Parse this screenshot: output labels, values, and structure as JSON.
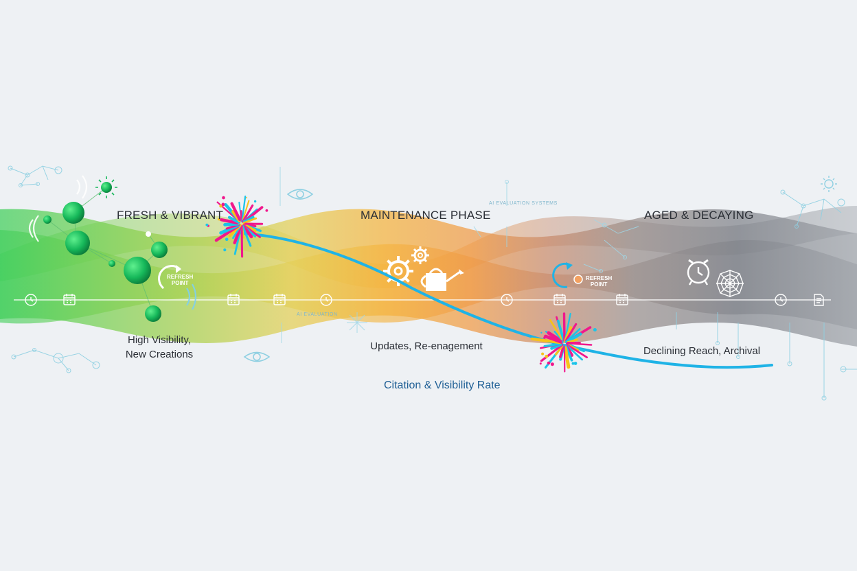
{
  "phases": [
    {
      "title": "FRESH & VIBRANT",
      "description_lines": [
        "High Visibility,",
        "New Creations"
      ],
      "color": "#3fc94f"
    },
    {
      "title": "MAINTENANCE PHASE",
      "description_lines": [
        "Updates, Re-enagement"
      ],
      "color": "#f2a93a"
    },
    {
      "title": "AGED & DECAYING",
      "description_lines": [
        "Declining Reach, Archival"
      ],
      "color": "#7d8087"
    }
  ],
  "refresh_points": [
    {
      "lines": [
        "REFRESH",
        "POINT"
      ]
    },
    {
      "lines": [
        "REFRESH",
        "POINT"
      ]
    }
  ],
  "curve_label": "Citation & Visibility Rate",
  "micro_labels": [
    "AI EVALUATION SYSTEMS",
    "AI EVALUATION"
  ],
  "colors": {
    "curve": "#1fb3e6",
    "burst_magenta": "#f0188c",
    "burst_cyan": "#1cc4e8",
    "burst_yellow": "#f7c21a",
    "node_green": "#16b85a",
    "axis": "#ffffff"
  },
  "timeline_icons": [
    "clock-icon",
    "calendar-icon",
    "calendar-icon",
    "calendar-icon",
    "clock-icon",
    "clock-icon",
    "calendar-icon",
    "calendar-icon",
    "clock-icon",
    "document-icon"
  ],
  "decor_icons": [
    "eye-icon",
    "eye-icon",
    "gear-icon",
    "watering-can-icon",
    "alarm-clock-icon",
    "cobweb-icon",
    "sun-icon",
    "signal-icon"
  ]
}
